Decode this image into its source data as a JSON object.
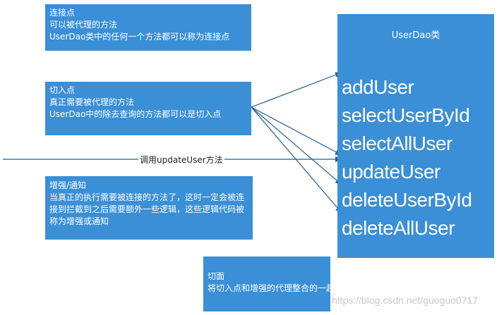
{
  "joinpoint_box": {
    "title": "连接点",
    "line1": "可以被代理的方法",
    "line2": "UserDao类中的任何一个方法都可以称为连接点"
  },
  "pointcut_box": {
    "title": "切入点",
    "line1": "真正需要被代理的方法",
    "line2": "UserDao中的除去查询的方法都可以是切入点"
  },
  "advice_box": {
    "title": "增强/通知",
    "body": "当真正的执行需要被连接的方法了，这时一定会被连接到拦截到之后需要额外一些逻辑，这些逻辑代码被称为增强或通知"
  },
  "aspect_box": {
    "title": "切面",
    "line1": "将切入点和增强的代理整合的一起"
  },
  "userdao_box": {
    "title": "UserDao类",
    "methods": [
      "addUser",
      "selectUserById",
      "selectAllUser",
      "updateUser",
      "deleteUserById",
      "deleteAllUser"
    ]
  },
  "call_arrow_label": "调用updateUser方法",
  "watermark": "https://blog.csdn.net/guoguo0717",
  "colors": {
    "box_fill": "#3a8fd6",
    "box_text": "#ffffff",
    "arrow": "#1f5f8f"
  }
}
